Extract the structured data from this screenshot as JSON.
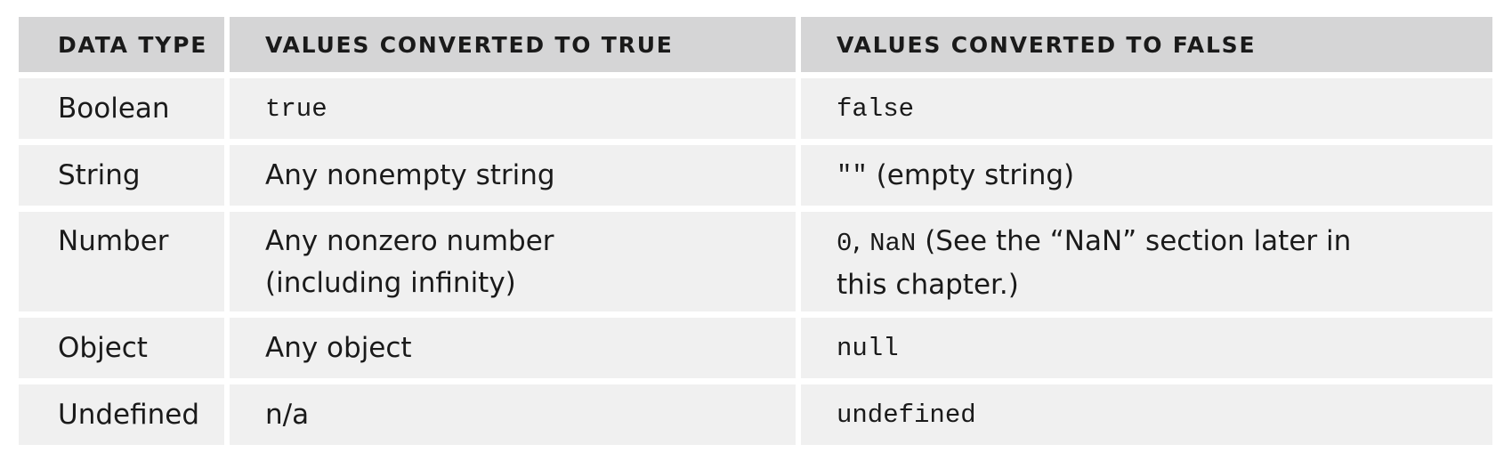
{
  "table": {
    "headers": [
      "DATA TYPE",
      "VALUES CONVERTED TO TRUE",
      "VALUES CONVERTED TO FALSE"
    ],
    "rows": [
      {
        "type": "Boolean",
        "true_value": "true",
        "false_value": "false"
      },
      {
        "type": "String",
        "true_value": "Any nonempty string",
        "false_code": "\"\"",
        "false_text": " (empty string)"
      },
      {
        "type": "Number",
        "true_line1": "Any nonzero number",
        "true_line2": "(including infinity)",
        "false_code1": "0",
        "false_sep": ", ",
        "false_code2": "NaN",
        "false_text_line1": " (See the “NaN” section later in",
        "false_text_line2": "this chapter.)"
      },
      {
        "type": "Object",
        "true_value": "Any object",
        "false_value": "null"
      },
      {
        "type": "Undefined",
        "true_value": "n/a",
        "false_value": "undefined"
      }
    ]
  }
}
